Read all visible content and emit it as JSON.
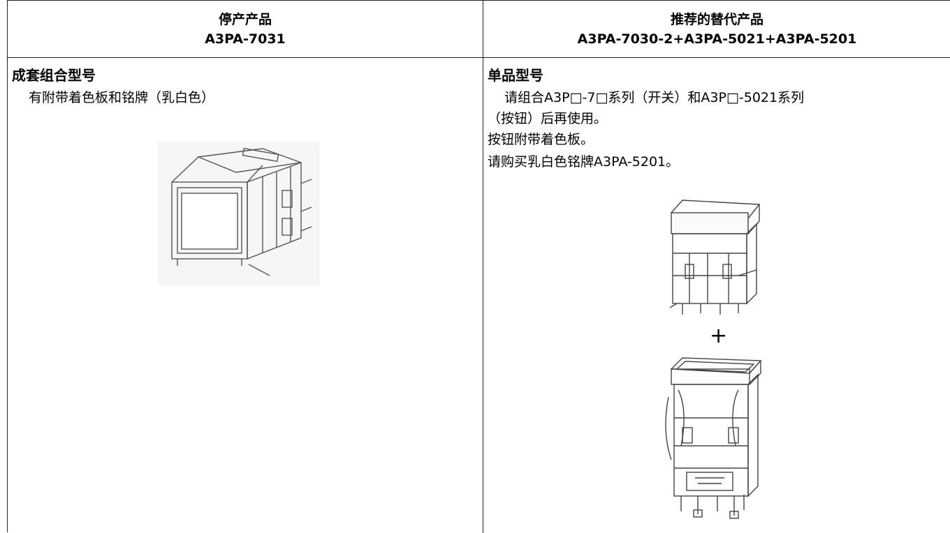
{
  "header": {
    "left_line1": "停产产品",
    "left_line2": "A3PA-7031",
    "right_line1": "推荐的替代产品",
    "right_line2": "A3PA-7030-2+A3PA-5021+A3PA-5201"
  },
  "left_cell": {
    "title": "成套组合型号",
    "description": "有附带着色板和铭牌（乳白色）"
  },
  "right_cell": {
    "title": "单品型号",
    "line1": "请组合A3P□-7□系列（开关）和A3P□-5021系列",
    "line2": "（按钮）后再使用。",
    "line3": "按钮附带着色板。",
    "line4": "请购买乳白色铭牌A3PA-5201。",
    "plus": "+"
  }
}
